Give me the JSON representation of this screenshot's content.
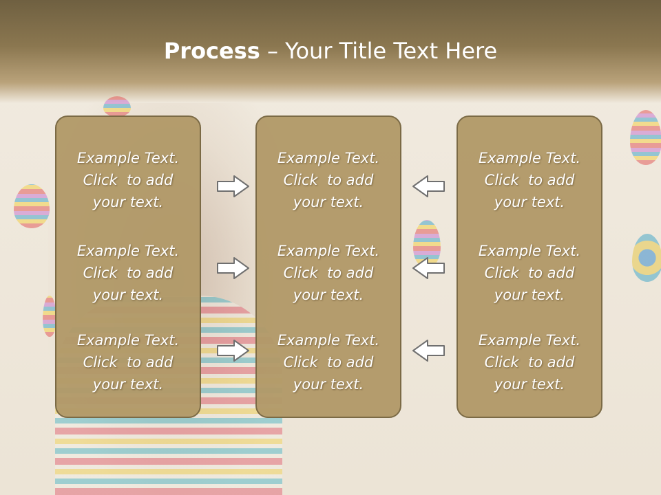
{
  "slide": {
    "title_bold": "Process",
    "title_rest": " – Your Title Text Here"
  },
  "columns": [
    {
      "items": [
        "Example Text.\nClick  to add\nyour text.",
        "Example Text.\nClick  to add\nyour text.",
        "Example Text.\nClick  to add\nyour text."
      ]
    },
    {
      "items": [
        "Example Text.\nClick  to add\nyour text.",
        "Example Text.\nClick  to add\nyour text.",
        "Example Text.\nClick  to add\nyour text."
      ]
    },
    {
      "items": [
        "Example Text.\nClick  to add\nyour text.",
        "Example Text.\nClick  to add\nyour text.",
        "Example Text.\nClick  to add\nyour text."
      ]
    }
  ],
  "arrows": {
    "left_group": "right-arrow-icon",
    "right_group": "left-arrow-icon"
  },
  "colors": {
    "panel_fill": "#b19968",
    "panel_border": "#7b6a45",
    "header_band": "#8b7750",
    "text": "#ffffff"
  }
}
